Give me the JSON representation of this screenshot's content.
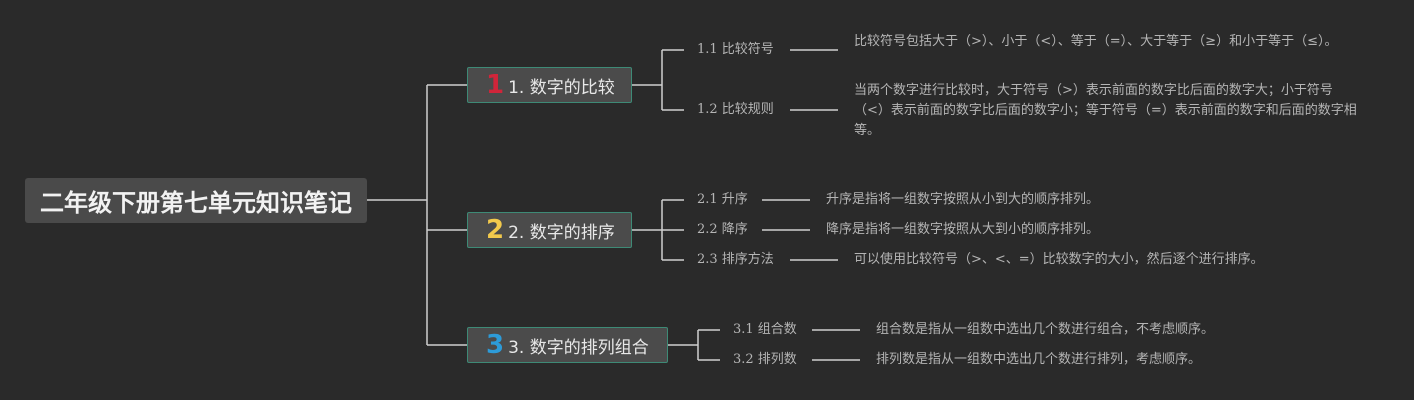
{
  "root": {
    "title": "二年级下册第七单元知识笔记"
  },
  "colors": {
    "background": "#2a2a2a",
    "line": "#cfcfcf",
    "marker_1": "#d0253a",
    "marker_2": "#f2c94c",
    "marker_3": "#2d9bd8",
    "topic_border": "#3e8a76"
  },
  "topics": [
    {
      "marker": "1",
      "label": "1. 数字的比较",
      "children": [
        {
          "label": "1.1 比较符号",
          "desc": "比较符号包括大于（>）、小于（<）、等于（=）、大于等于（≥）和小于等于（≤）。"
        },
        {
          "label": "1.2 比较规则",
          "desc": "当两个数字进行比较时，大于符号（>）表示前面的数字比后面的数字大；小于符号（<）表示前面的数字比后面的数字小；等于符号（=）表示前面的数字和后面的数字相等。"
        }
      ]
    },
    {
      "marker": "2",
      "label": "2. 数字的排序",
      "children": [
        {
          "label": "2.1 升序",
          "desc": "升序是指将一组数字按照从小到大的顺序排列。"
        },
        {
          "label": "2.2 降序",
          "desc": "降序是指将一组数字按照从大到小的顺序排列。"
        },
        {
          "label": "2.3 排序方法",
          "desc": "可以使用比较符号（>、<、=）比较数字的大小，然后逐个进行排序。"
        }
      ]
    },
    {
      "marker": "3",
      "label": "3. 数字的排列组合",
      "children": [
        {
          "label": "3.1 组合数",
          "desc": "组合数是指从一组数中选出几个数进行组合，不考虑顺序。"
        },
        {
          "label": "3.2 排列数",
          "desc": "排列数是指从一组数中选出几个数进行排列，考虑顺序。"
        }
      ]
    }
  ]
}
